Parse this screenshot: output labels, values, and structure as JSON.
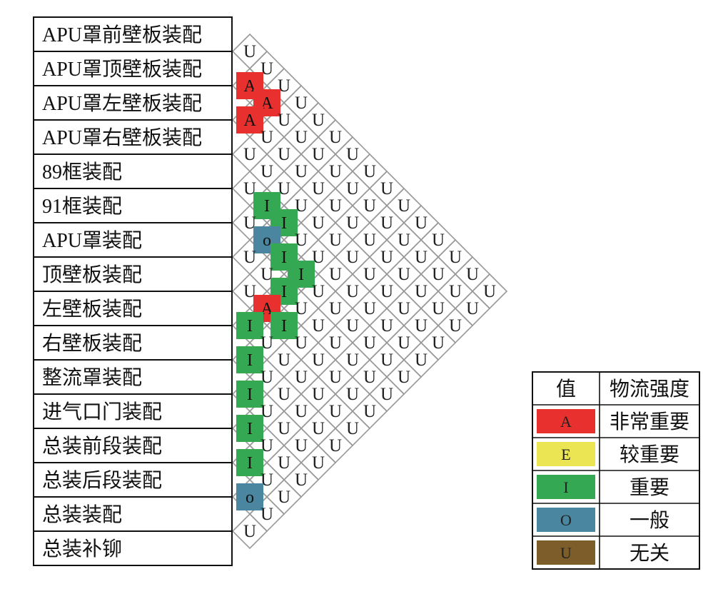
{
  "labels": [
    "APU罩前壁板装配",
    "APU罩顶壁板装配",
    "APU罩左壁板装配",
    "APU罩右壁板装配",
    "89框装配",
    "91框装配",
    "APU罩装配",
    "顶壁板装配",
    "左壁板装配",
    "右壁板装配",
    "整流罩装配",
    "进气口门装配",
    "总装前段装配",
    "总装后段装配",
    "总装装配",
    "总装补铆"
  ],
  "default_value": "U",
  "special_cells": [
    {
      "i": 1,
      "j": 2,
      "v": "A"
    },
    {
      "i": 1,
      "j": 3,
      "v": "A"
    },
    {
      "i": 2,
      "j": 3,
      "v": "A"
    },
    {
      "i": 4,
      "j": 6,
      "v": "I"
    },
    {
      "i": 4,
      "j": 7,
      "v": "I"
    },
    {
      "i": 5,
      "j": 7,
      "v": "o"
    },
    {
      "i": 5,
      "j": 8,
      "v": "I"
    },
    {
      "i": 5,
      "j": 9,
      "v": "I"
    },
    {
      "i": 6,
      "j": 9,
      "v": "I"
    },
    {
      "i": 7,
      "j": 9,
      "v": "A"
    },
    {
      "i": 7,
      "j": 10,
      "v": "I"
    },
    {
      "i": 8,
      "j": 9,
      "v": "I"
    },
    {
      "i": 9,
      "j": 10,
      "v": "I"
    },
    {
      "i": 10,
      "j": 11,
      "v": "I"
    },
    {
      "i": 11,
      "j": 12,
      "v": "I"
    },
    {
      "i": 12,
      "j": 13,
      "v": "I"
    },
    {
      "i": 13,
      "j": 14,
      "v": "o"
    }
  ],
  "legend": {
    "header": [
      "值",
      "物流强度"
    ],
    "rows": [
      {
        "code": "A",
        "desc": "非常重要",
        "color": "#E8302E"
      },
      {
        "code": "E",
        "desc": "较重要",
        "color": "#ECE553"
      },
      {
        "code": "I",
        "desc": "重要",
        "color": "#34A853"
      },
      {
        "code": "O",
        "desc": "一般",
        "color": "#4A86A0"
      },
      {
        "code": "U",
        "desc": "无关",
        "color": "#7D5E2B"
      }
    ]
  },
  "colors": {
    "A": "#E8302E",
    "E": "#ECE553",
    "I": "#34A853",
    "o": "#4A86A0",
    "O": "#4A86A0",
    "grid": "#999999",
    "border": "#111111"
  }
}
